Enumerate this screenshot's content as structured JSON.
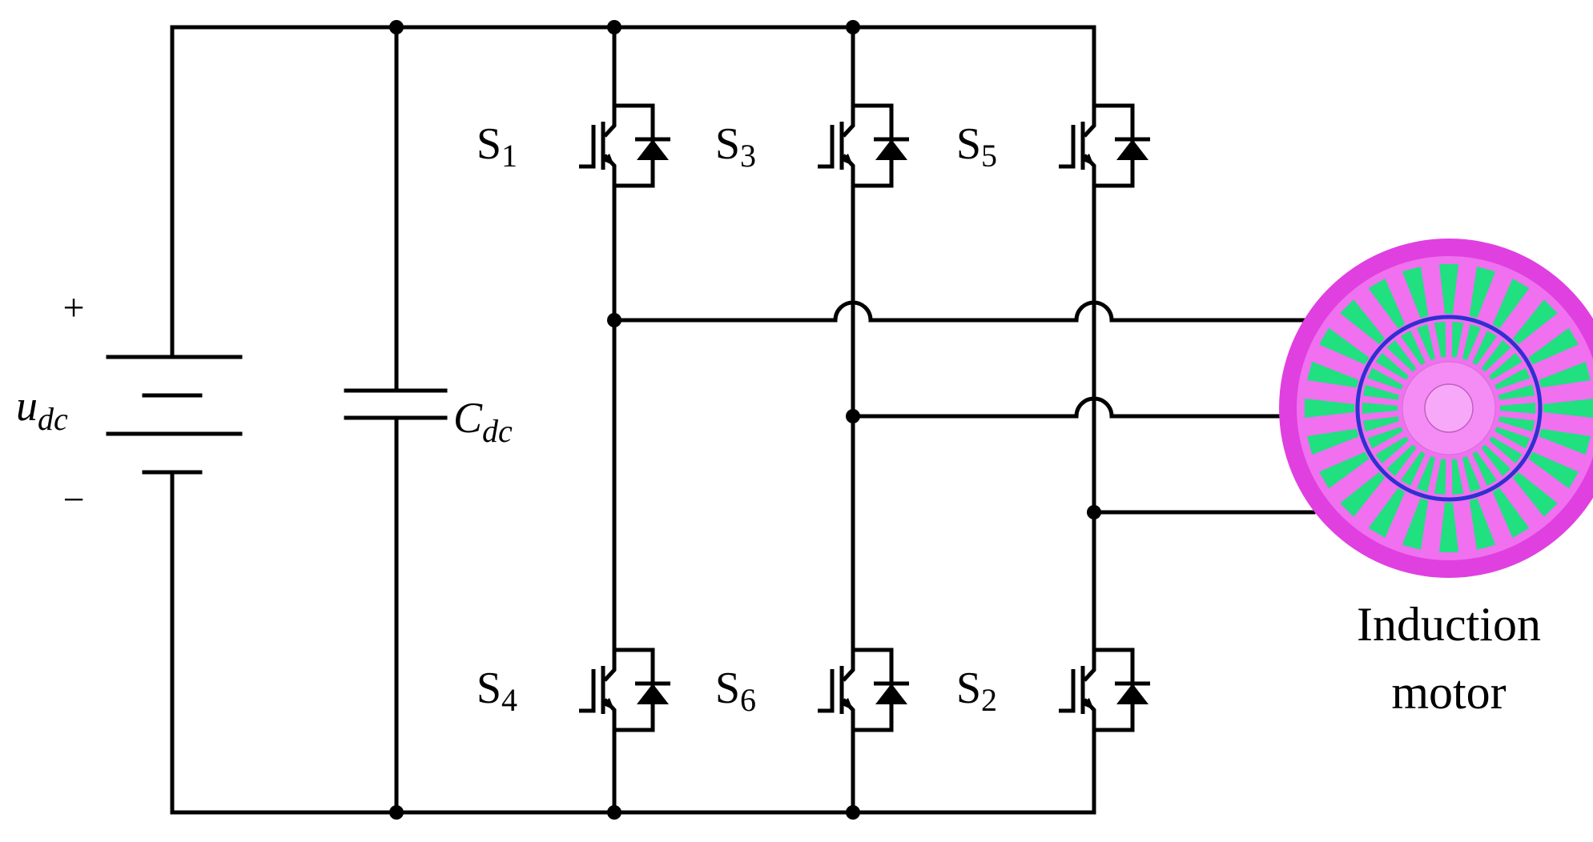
{
  "battery": {
    "plus": "+",
    "minus": "−",
    "label_main": "u",
    "label_sub": "dc"
  },
  "capacitor": {
    "label_main": "C",
    "label_sub": "dc"
  },
  "switches": [
    {
      "id": "s1",
      "main": "S",
      "sub": "1"
    },
    {
      "id": "s3",
      "main": "S",
      "sub": "3"
    },
    {
      "id": "s5",
      "main": "S",
      "sub": "5"
    },
    {
      "id": "s4",
      "main": "S",
      "sub": "4"
    },
    {
      "id": "s6",
      "main": "S",
      "sub": "6"
    },
    {
      "id": "s2",
      "main": "S",
      "sub": "2"
    }
  ],
  "motor": {
    "label_line1": "Induction",
    "label_line2": "motor",
    "colors": {
      "housing": "#e040e0",
      "stator_core": "#f070f0",
      "slots": "#20e080",
      "air_gap_ring": "#3030d0",
      "rotor": "#f58cf5",
      "shaft": "#f8a8f8"
    }
  }
}
